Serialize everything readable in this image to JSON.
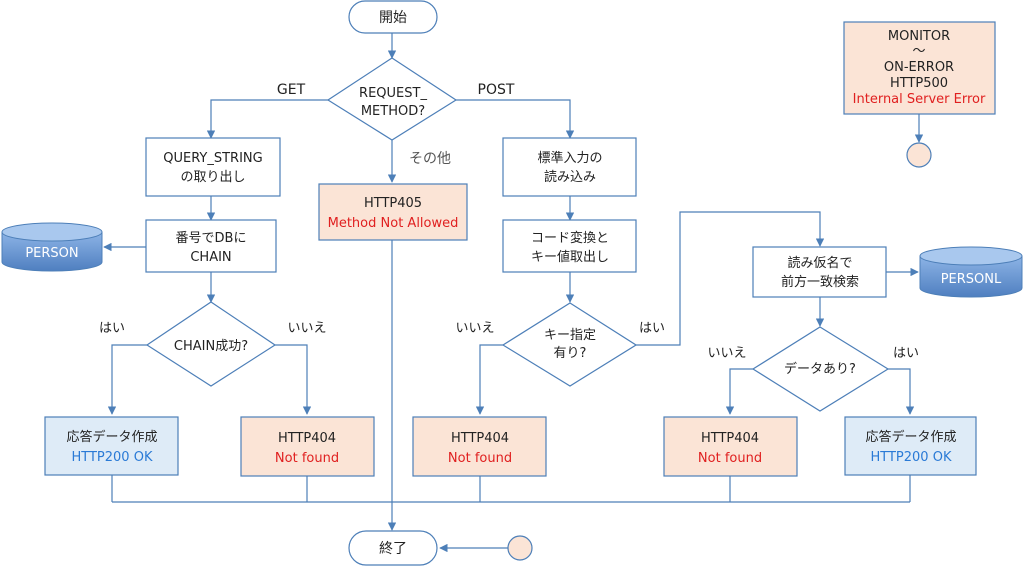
{
  "start": "開始",
  "end": "終了",
  "request_method": [
    "REQUEST_",
    "METHOD?"
  ],
  "get": "GET",
  "post": "POST",
  "other": "その他",
  "query_string": [
    "QUERY_STRING",
    "の取り出し"
  ],
  "stdin": [
    "標準入力の",
    "読み込み"
  ],
  "http405": [
    "HTTP405",
    "Method Not Allowed"
  ],
  "chain_by_num": [
    "番号でDBに",
    "CHAIN"
  ],
  "code_convert": [
    "コード変換と",
    "キー値取出し"
  ],
  "prefix_search": [
    "読み仮名で",
    "前方一致検索"
  ],
  "db_person": "PERSON",
  "db_personl": "PERSONL",
  "chain_success": "CHAIN成功?",
  "key_specified": [
    "キー指定",
    "有り?"
  ],
  "data_exists": "データあり?",
  "yes": "はい",
  "no": "いいえ",
  "response_create": "応答データ作成",
  "http200": "HTTP200 OK",
  "http404": "HTTP404",
  "not_found": "Not found",
  "monitor": [
    "MONITOR",
    "〜",
    "ON-ERROR",
    "HTTP500",
    "Internal Server Error"
  ],
  "colors": {
    "line": "#4d7fb8",
    "error_fill": "#fbe4d6",
    "ok_fill": "#deebf7",
    "db_fill": "#6f9fd8",
    "red": "#e02020",
    "blue": "#2a7ad6"
  }
}
